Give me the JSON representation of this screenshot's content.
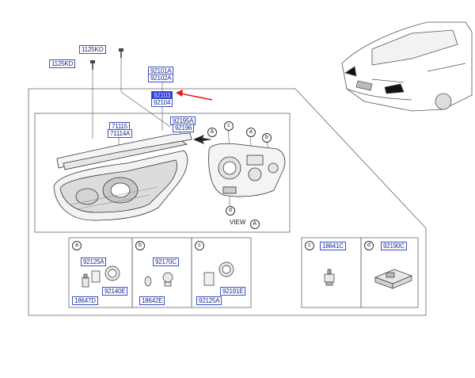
{
  "parts": {
    "p_1125ko": "1125KO",
    "p_1125kd": "1125KD",
    "p_92101a": "92101A",
    "p_92102a": "92102A",
    "p_92103": "92103",
    "p_92104": "92104",
    "p_71115": "71115",
    "p_71114a": "71114A",
    "p_92195a": "92195A",
    "p_92196": "92196",
    "p_92125a_a": "92125A",
    "p_92140e": "92140E",
    "p_18647d": "18647D",
    "p_92170c": "92170C",
    "p_18642e": "18642E",
    "p_92191e": "92191E",
    "p_92125a_c": "92125A",
    "p_18641c": "18641C",
    "p_92190c": "92190C"
  },
  "callouts": {
    "a": "a",
    "b": "b",
    "c": "c",
    "d": "d",
    "A": "A"
  },
  "view_label": "VIEW",
  "colors": {
    "label_border": "#3a4fc0",
    "label_text": "#1a2a80",
    "selected_fill": "#2a3bd8",
    "arrow": "#e0201c",
    "line": "#444444"
  }
}
